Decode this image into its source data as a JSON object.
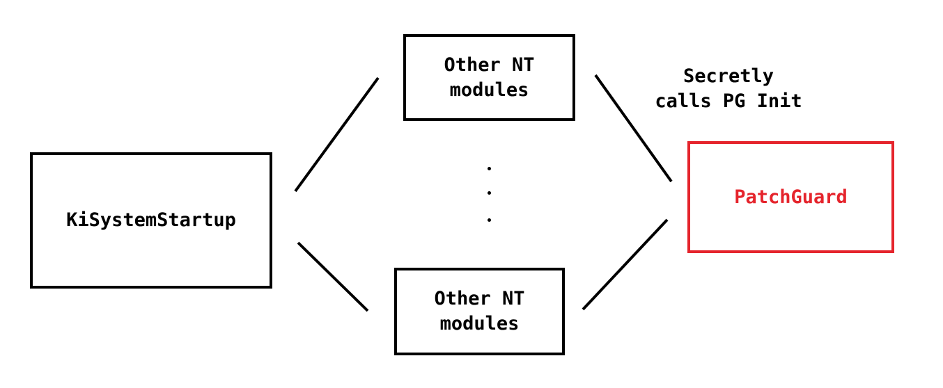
{
  "nodes": {
    "start": {
      "label": "KiSystemStartup"
    },
    "top_module": {
      "label": "Other NT\nmodules"
    },
    "bottom_module": {
      "label": "Other NT\nmodules"
    },
    "patchguard": {
      "label": "PatchGuard"
    }
  },
  "edge_label": "Secretly\ncalls PG Init",
  "colors": {
    "line": "#000000",
    "accent": "#e5242c"
  }
}
